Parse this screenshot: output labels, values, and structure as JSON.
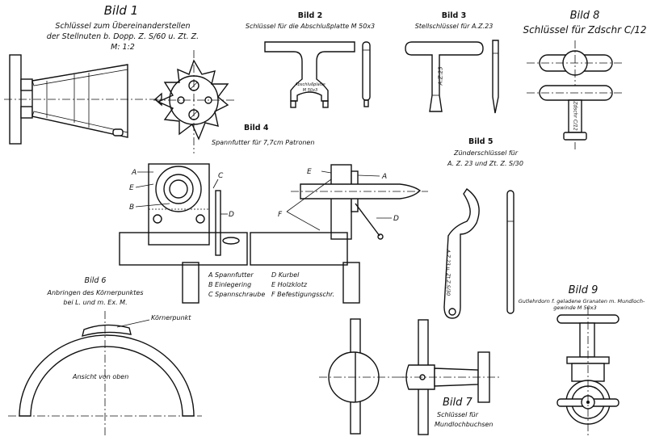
{
  "figures": {
    "bild1": {
      "number": "Bild 1",
      "caption_line1": "Schlüssel zum Übereinanderstellen",
      "caption_line2": "der Stellnuten b. Dopp. Z. S/60 u. Zt. Z.",
      "scale": "M: 1:2"
    },
    "bild2": {
      "number": "Bild 2",
      "caption": "Schlüssel für die Abschlußplatte M 50x3",
      "engraving_line1": "Abschlußplatte",
      "engraving_line2": "M 50x3"
    },
    "bild3": {
      "number": "Bild 3",
      "caption": "Stellschlüssel für A.Z.23",
      "engraving": "A.Z.23"
    },
    "bild4": {
      "number": "Bild 4",
      "caption": "Spannfutter für 7,7cm Patronen",
      "callouts": [
        "A",
        "B",
        "C",
        "D",
        "E",
        "F"
      ],
      "legend": [
        {
          "key": "A",
          "label": "Spannfutter"
        },
        {
          "key": "B",
          "label": "Einlegering"
        },
        {
          "key": "C",
          "label": "Spannschraube"
        },
        {
          "key": "D",
          "label": "Kurbel"
        },
        {
          "key": "E",
          "label": "Holzklotz"
        },
        {
          "key": "F",
          "label": "Befestigungsschr."
        }
      ]
    },
    "bild5": {
      "number": "Bild 5",
      "caption_line1": "Zünderschlüssel für",
      "caption_line2": "A. Z. 23 und Zt. Z. S/30",
      "engraving": "A.Z.23 u. Zt.Z.S/30"
    },
    "bild6": {
      "number": "Bild 6",
      "caption_line1": "Anbringen des Körnerpunktes",
      "caption_line2": "bei L. und m. Ex. M.",
      "pointer_label": "Körnerpunkt",
      "view_label": "Ansicht von oben"
    },
    "bild7": {
      "number": "Bild 7",
      "caption_line1": "Schlüssel für",
      "caption_line2": "Mundlochbuchsen"
    },
    "bild8": {
      "number": "Bild 8",
      "caption": "Schlüssel für Zdschr C/12",
      "engraving": "Zdschr C/12"
    },
    "bild9": {
      "number": "Bild 9",
      "caption_line1": "Gutlehrdorn f. geladene Granaten m. Mundloch-",
      "caption_line2": "gewinde M 50x3"
    }
  }
}
